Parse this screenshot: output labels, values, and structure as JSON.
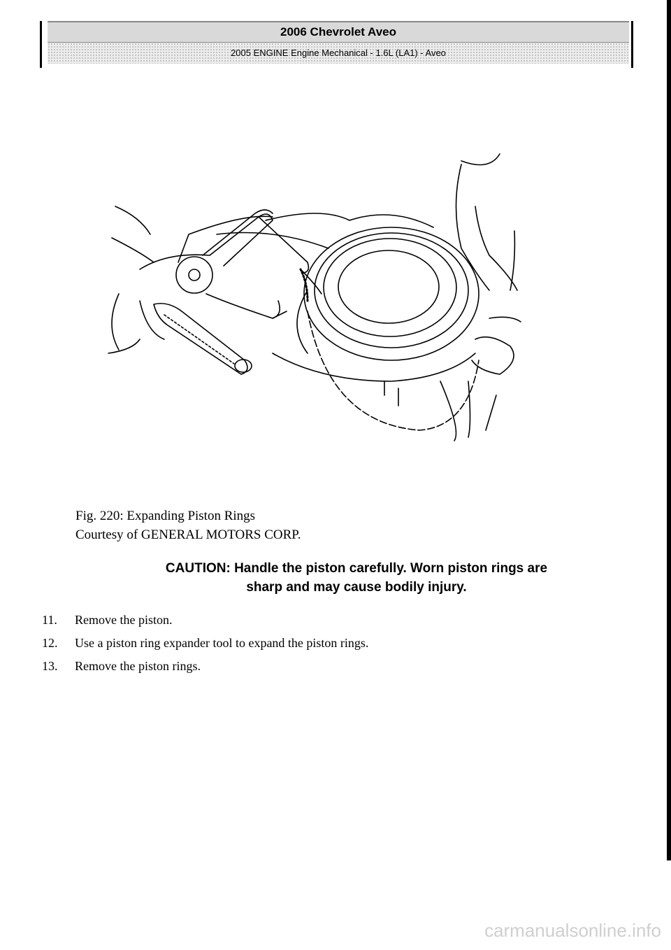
{
  "header": {
    "title": "2006 Chevrolet Aveo",
    "subtitle": "2005 ENGINE Engine Mechanical - 1.6L (LA1) - Aveo"
  },
  "figure": {
    "caption_title": "Fig. 220: Expanding Piston Rings",
    "caption_credit": "Courtesy of GENERAL MOTORS CORP."
  },
  "caution": {
    "line1": "CAUTION: Handle the piston carefully. Worn piston rings are",
    "line2": "sharp and may cause bodily injury."
  },
  "steps": [
    {
      "num": "11.",
      "text": "Remove the piston."
    },
    {
      "num": "12.",
      "text": "Use a piston ring expander tool to expand the piston rings."
    },
    {
      "num": "13.",
      "text": "Remove the piston rings."
    }
  ],
  "footer": {
    "watermark": "carmanualsonline.info"
  }
}
